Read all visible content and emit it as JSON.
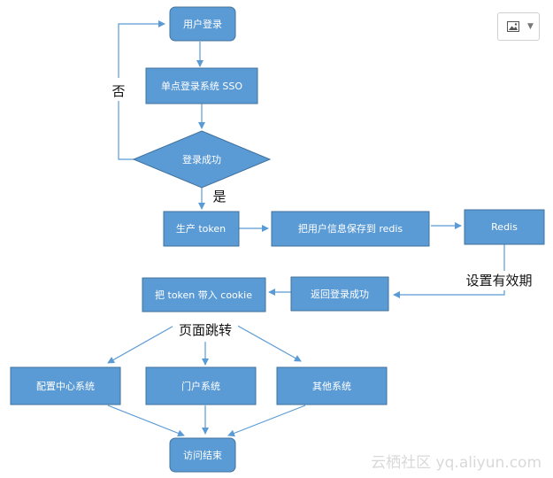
{
  "diagram": {
    "nodes": {
      "user_login": "用户登录",
      "sso": "单点登录系统 SSO",
      "login_success": "登录成功",
      "gen_token": "生产 token",
      "save_redis": "把用户信息保存到 redis",
      "redis": "Redis",
      "token_cookie": "把 token 带入 cookie",
      "return_success": "返回登录成功",
      "config_center": "配置中心系统",
      "portal": "门户系统",
      "other": "其他系统",
      "end": "访问结束"
    },
    "labels": {
      "no": "否",
      "yes": "是",
      "expiry": "设置有效期",
      "redirect": "页面跳转"
    },
    "watermark": "云栖社区 yq.aliyun.com",
    "colors": {
      "node_fill": "#5b9bd5",
      "node_border": "#41719c",
      "edge": "#5b9bd5"
    },
    "toolbar": {
      "image_button_icon": "image-icon",
      "dropdown_icon": "chevron-down-icon"
    }
  }
}
